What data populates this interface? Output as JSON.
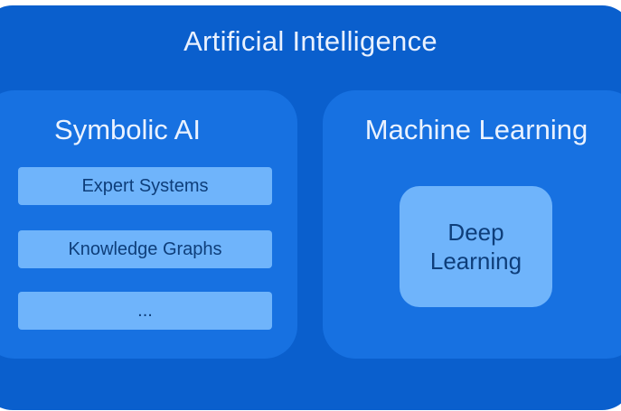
{
  "diagram": {
    "outer_label": "Artificial Intelligence",
    "symbolic": {
      "label": "Symbolic AI",
      "items": [
        "Expert Systems",
        "Knowledge Graphs",
        "..."
      ]
    },
    "ml": {
      "label": "Machine Learning",
      "inner_label": "Deep Learning"
    }
  },
  "colors": {
    "outer_fill": "#0a5fcd",
    "panel_fill": "#1771e1",
    "item_fill": "#6fb4fb",
    "light_text": "#eaf2ff",
    "dark_text": "#0e3e7a"
  }
}
